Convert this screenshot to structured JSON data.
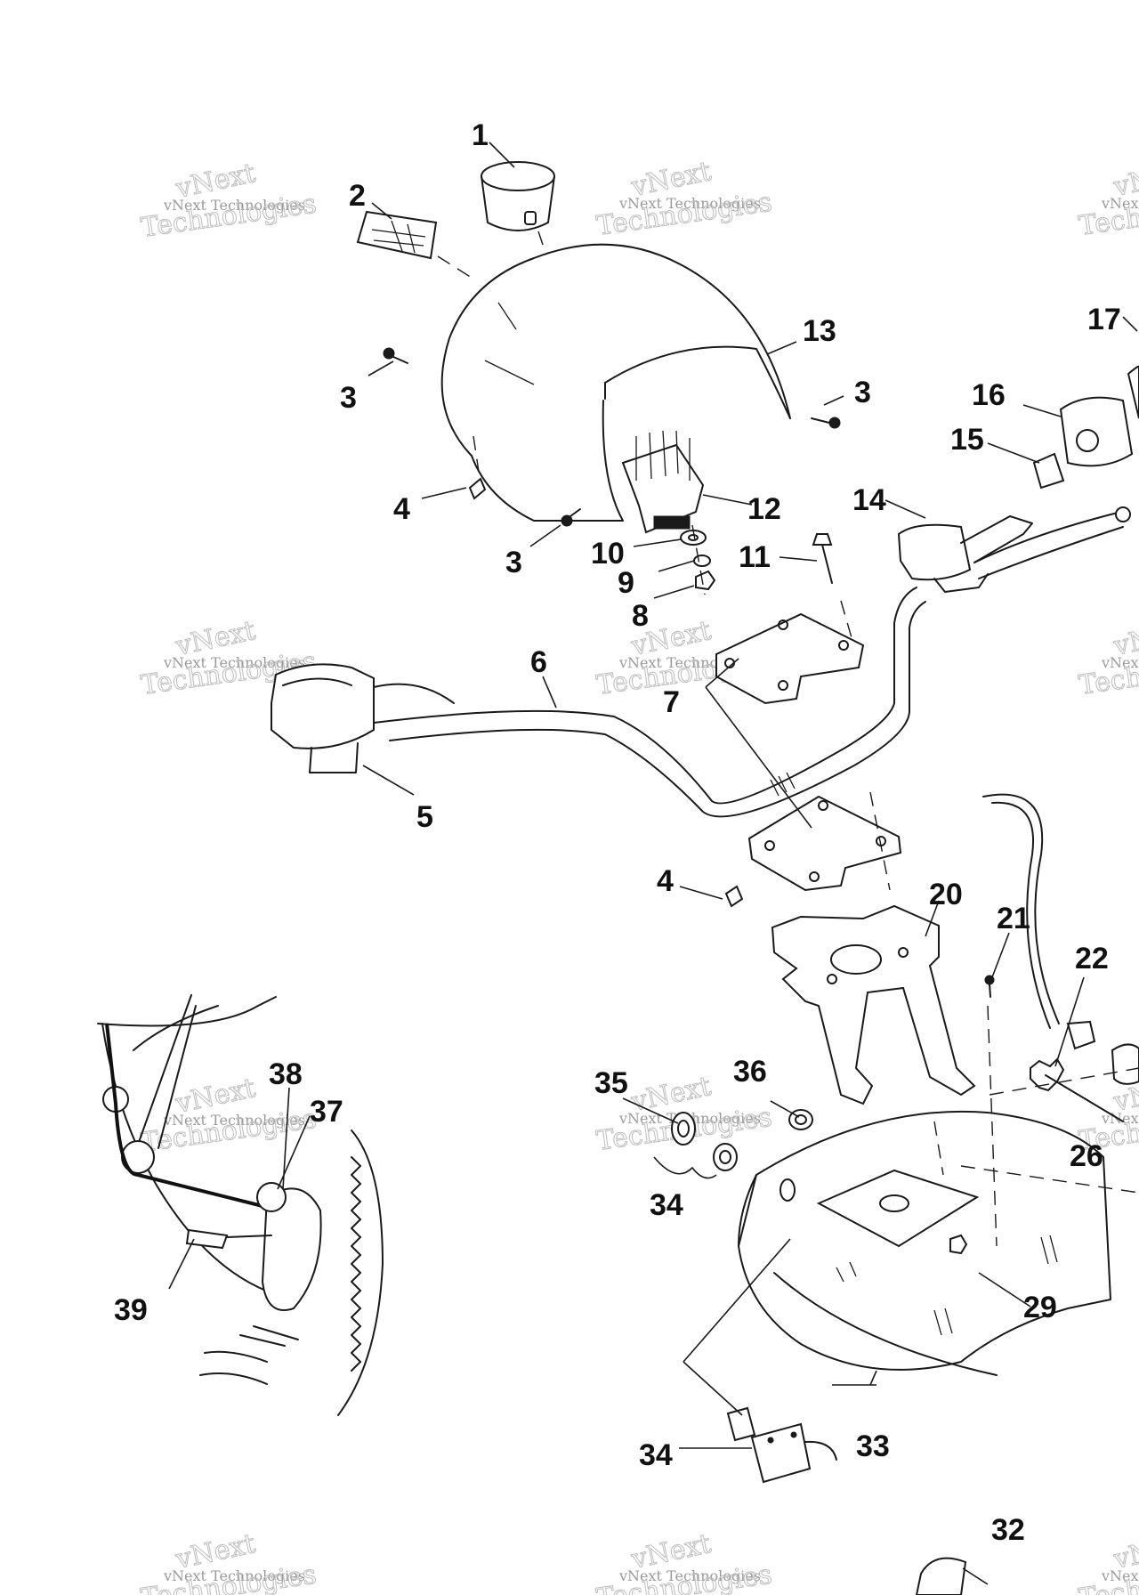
{
  "diagram": {
    "watermark": {
      "line1": "vNext Technologies",
      "line2": "Technologies",
      "arc": "vNext"
    },
    "callouts": [
      {
        "id": "c1",
        "label": "1"
      },
      {
        "id": "c2",
        "label": "2"
      },
      {
        "id": "c3a",
        "label": "3"
      },
      {
        "id": "c3b",
        "label": "3"
      },
      {
        "id": "c3c",
        "label": "3"
      },
      {
        "id": "c4a",
        "label": "4"
      },
      {
        "id": "c4b",
        "label": "4"
      },
      {
        "id": "c5",
        "label": "5"
      },
      {
        "id": "c6",
        "label": "6"
      },
      {
        "id": "c7",
        "label": "7"
      },
      {
        "id": "c8",
        "label": "8"
      },
      {
        "id": "c9",
        "label": "9"
      },
      {
        "id": "c10",
        "label": "10"
      },
      {
        "id": "c11",
        "label": "11"
      },
      {
        "id": "c12",
        "label": "12"
      },
      {
        "id": "c13",
        "label": "13"
      },
      {
        "id": "c14",
        "label": "14"
      },
      {
        "id": "c15",
        "label": "15"
      },
      {
        "id": "c16",
        "label": "16"
      },
      {
        "id": "c17",
        "label": "17"
      },
      {
        "id": "c20",
        "label": "20"
      },
      {
        "id": "c21",
        "label": "21"
      },
      {
        "id": "c22",
        "label": "22"
      },
      {
        "id": "c26",
        "label": "26"
      },
      {
        "id": "c29",
        "label": "29"
      },
      {
        "id": "c32",
        "label": "32"
      },
      {
        "id": "c33",
        "label": "33"
      },
      {
        "id": "c34a",
        "label": "34"
      },
      {
        "id": "c34b",
        "label": "34"
      },
      {
        "id": "c35",
        "label": "35"
      },
      {
        "id": "c36",
        "label": "36"
      },
      {
        "id": "c37",
        "label": "37"
      },
      {
        "id": "c38",
        "label": "38"
      },
      {
        "id": "c39",
        "label": "39"
      }
    ]
  }
}
